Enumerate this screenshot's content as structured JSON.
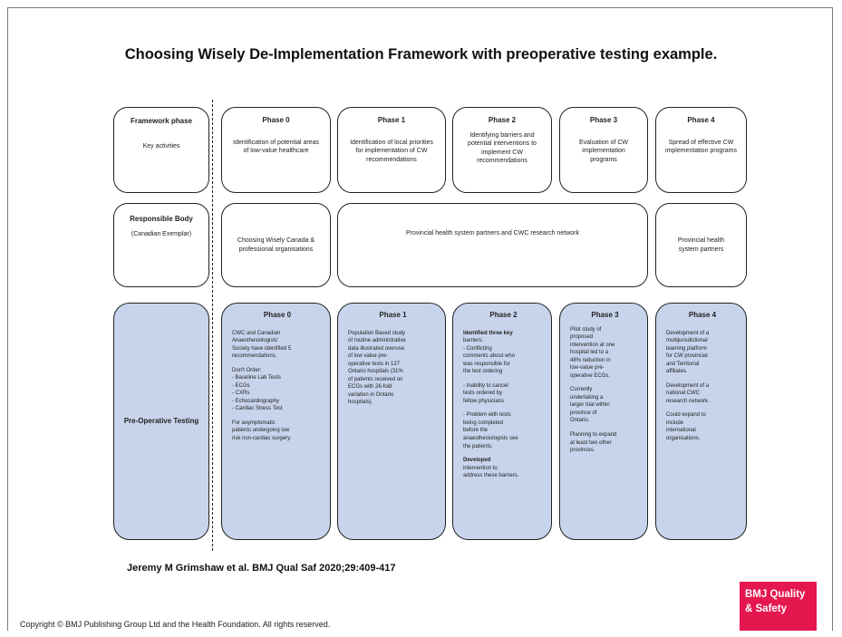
{
  "title": "Choosing Wisely De-Implementation Framework with preoperative testing example.",
  "framework_row": {
    "label_title": "Framework phase",
    "label_activities": "Key activities",
    "phases": [
      {
        "name": "Phase 0",
        "text": "Identification of potential areas of low-value healthcare"
      },
      {
        "name": "Phase 1",
        "text": "Identification of local priorities for implementation of CW recommendations"
      },
      {
        "name": "Phase 2",
        "text": "Identifying barriers and potential interventions to implement CW recommendations"
      },
      {
        "name": "Phase 3",
        "text": "Evaluation of CW implementation programs"
      },
      {
        "name": "Phase 4",
        "text": "Spread of effective CW implementation programs"
      }
    ]
  },
  "responsible_row": {
    "label_title": "Responsible Body",
    "label_example": "(Canadian Exemplar)",
    "phase0": "Choosing Wisely Canada & professional organisations",
    "phase1_3": "Provincial health system partners and CWC research network",
    "phase4": "Provincial health system partners"
  },
  "preop_row": {
    "label": "Pre-Operative Testing",
    "phases": [
      {
        "name": "Phase 0",
        "paragraphs": [
          [
            "CWC and Canadian",
            "Anaesthesiologists'",
            "Society have identified 5",
            "recommendations."
          ],
          [
            "Don't Order:",
            "- Baseline Lab Tests",
            "- ECGs",
            "- CXRs",
            "- Echocardiography",
            "- Cardiac Stress Test"
          ],
          [
            "For asymptomatic",
            "patients undergoing low",
            "risk non-cardiac surgery."
          ]
        ]
      },
      {
        "name": "Phase 1",
        "paragraphs": [
          [
            "Population Based study",
            "of routine administrative",
            "data illustrated overuse",
            "of low value pre-",
            "operative tests in 137",
            "Ontario hospitals (31%",
            "of patients received on",
            "ECGs with 26-fold",
            "variation in Ontario",
            "hospitals)."
          ]
        ]
      },
      {
        "name": "Phase 2",
        "paragraphs": [
          [
            "Identified three key",
            "barriers:",
            "- Conflicting",
            "comments about who",
            "was responsible for",
            "the test ordering"
          ],
          [
            "- Inability to cancel",
            "tests ordered by",
            "fellow physicians"
          ],
          [
            "- Problem with tests",
            "being completed",
            "before the",
            "anaesthesiologists see",
            "the patients."
          ],
          [
            "Developed",
            "intervention to",
            "address these barriers."
          ]
        ]
      },
      {
        "name": "Phase 3",
        "paragraphs": [
          [
            "Pilot study of",
            "proposed",
            "intervention at one",
            "hospital led to a",
            "48% reduction in",
            "low-value pre-",
            "operative ECGs."
          ],
          [
            "Currently",
            "undertaking a",
            "larger trial within",
            "province of",
            "Ontario."
          ],
          [
            "Planning to expand",
            "at least two other",
            "provinces."
          ]
        ]
      },
      {
        "name": "Phase 4",
        "paragraphs": [
          [
            "Development of a",
            "multijurisdictional",
            "learning platform",
            "for CW provincial",
            "and Territorial",
            "affiliates."
          ],
          [
            "Development of a",
            "national CWC",
            "research network."
          ],
          [
            "Could expand to",
            "include",
            "international",
            "organisations."
          ]
        ]
      }
    ]
  },
  "citation": "Jeremy M Grimshaw et al. BMJ Qual Saf 2020;29:409-417",
  "copyright": "Copyright © BMJ Publishing Group Ltd and the Health Foundation. All rights reserved.",
  "logo": {
    "line1": "BMJ Quality",
    "line2": "& Safety",
    "color": "#e5174f"
  }
}
